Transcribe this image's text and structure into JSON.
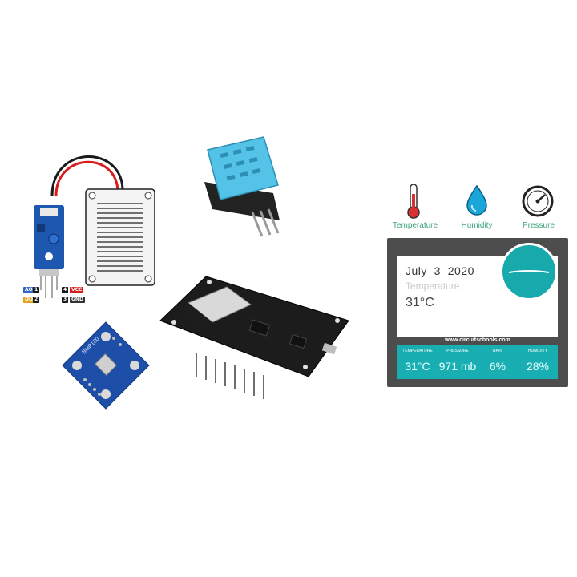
{
  "rain_module": {
    "pin_labels": [
      "AO",
      "DO",
      "VCC",
      "GND"
    ],
    "pin_numbers": [
      "1",
      "2",
      "4",
      "3"
    ],
    "colors": {
      "board": "#1d57b0",
      "wire_red": "#d91c1c",
      "wire_black": "#1a1a1a",
      "sense_plate": "#f4f4f4"
    }
  },
  "dht11": {
    "colors": {
      "housing": "#55c2e8",
      "pcb": "#222222"
    }
  },
  "bmp_board": {
    "silk_text": "BMP180",
    "colors": {
      "pcb": "#1e4fa8"
    }
  },
  "nodemcu": {
    "colors": {
      "pcb": "#1c1c1c",
      "shield": "#d9d9d9"
    }
  },
  "weather_icons": [
    {
      "name": "thermometer-icon",
      "label": "Temperature"
    },
    {
      "name": "water-drop-icon",
      "label": "Humidity"
    },
    {
      "name": "gauge-icon",
      "label": "Pressure"
    }
  ],
  "weather_card": {
    "date": "July  3  2020",
    "temperature_label": "Temperature",
    "temperature_value": "31°C",
    "site_url": "www.circuitschools.com",
    "stats": [
      {
        "title": "TEMPERATURE",
        "value": "31°C"
      },
      {
        "title": "PRESSURE",
        "value": "971 mb"
      },
      {
        "title": "RAIN",
        "value": "6%"
      },
      {
        "title": "HUMIDITY",
        "value": "28%"
      }
    ],
    "colors": {
      "accent": "#19aeb2",
      "frame": "#4d4d4d",
      "icon_green": "#3aa57a"
    }
  }
}
